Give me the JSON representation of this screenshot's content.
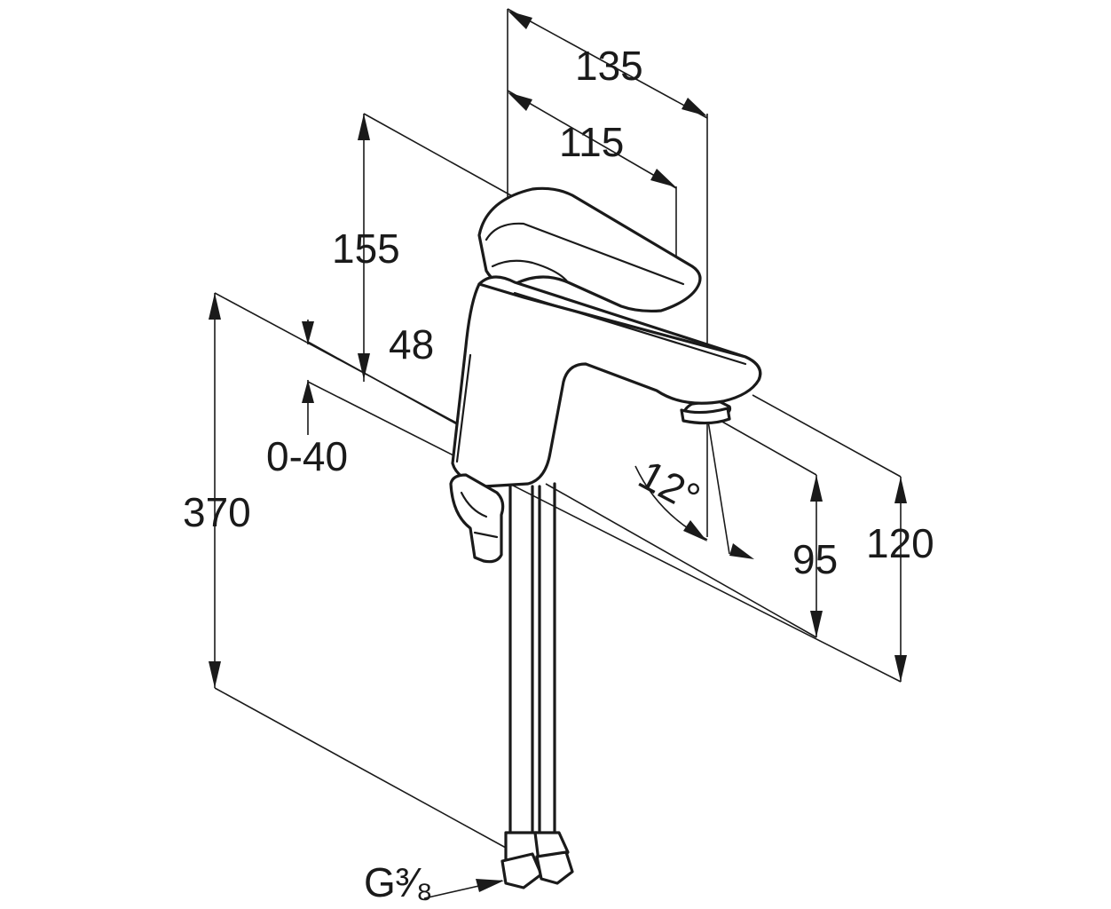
{
  "drawing": {
    "subject": "",
    "dimensions": {
      "d135": "135",
      "d115": "115",
      "d155": "155",
      "d48": "48",
      "d040": "0-40",
      "d370": "370",
      "d12": "12°",
      "d95": "95",
      "d120": "120",
      "thread": "G³⁄₈"
    }
  }
}
